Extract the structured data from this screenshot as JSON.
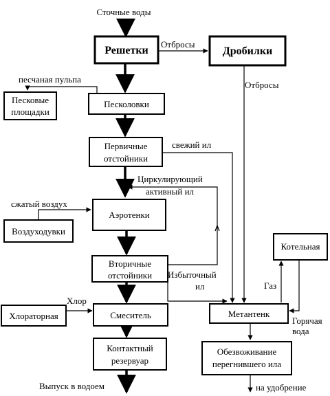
{
  "title_input": "Сточные воды",
  "output": "Выпуск в водоем",
  "boxes": {
    "screens": "Решетки",
    "crushers": "Дробилки",
    "sand_beds_line1": "Песковые",
    "sand_beds_line2": "площадки",
    "grit_chambers": "Песколовки",
    "primary_line1": "Первичные",
    "primary_line2": "отстойники",
    "aerotanks": "Аэротенки",
    "blowers": "Воздуходувки",
    "secondary_line1": "Вторичные",
    "secondary_line2": "отстойники",
    "chlorinator": "Хлораторная",
    "mixer": "Смеситель",
    "contact_line1": "Контактный",
    "contact_line2": "резервуар",
    "boiler": "Котельная",
    "digester": "Метантенк",
    "dewatering_line1": "Обезвоживание",
    "dewatering_line2": "перегнившего ила"
  },
  "labels": {
    "waste_top": "Отбросы",
    "waste_right": "Отбросы",
    "sand_pulp": "песчаная пульпа",
    "fresh_sludge": "свежий ил",
    "circ_line1": "Циркулирующий",
    "circ_line2": "активный ил",
    "compressed_air": "сжатый воздух",
    "excess_line1": "Избыточный",
    "excess_line2": "ил",
    "chlorine": "Хлор",
    "gas": "Газ",
    "hot_line1": "Горячая",
    "hot_line2": "вода",
    "fertilizer": "на удобрение"
  }
}
